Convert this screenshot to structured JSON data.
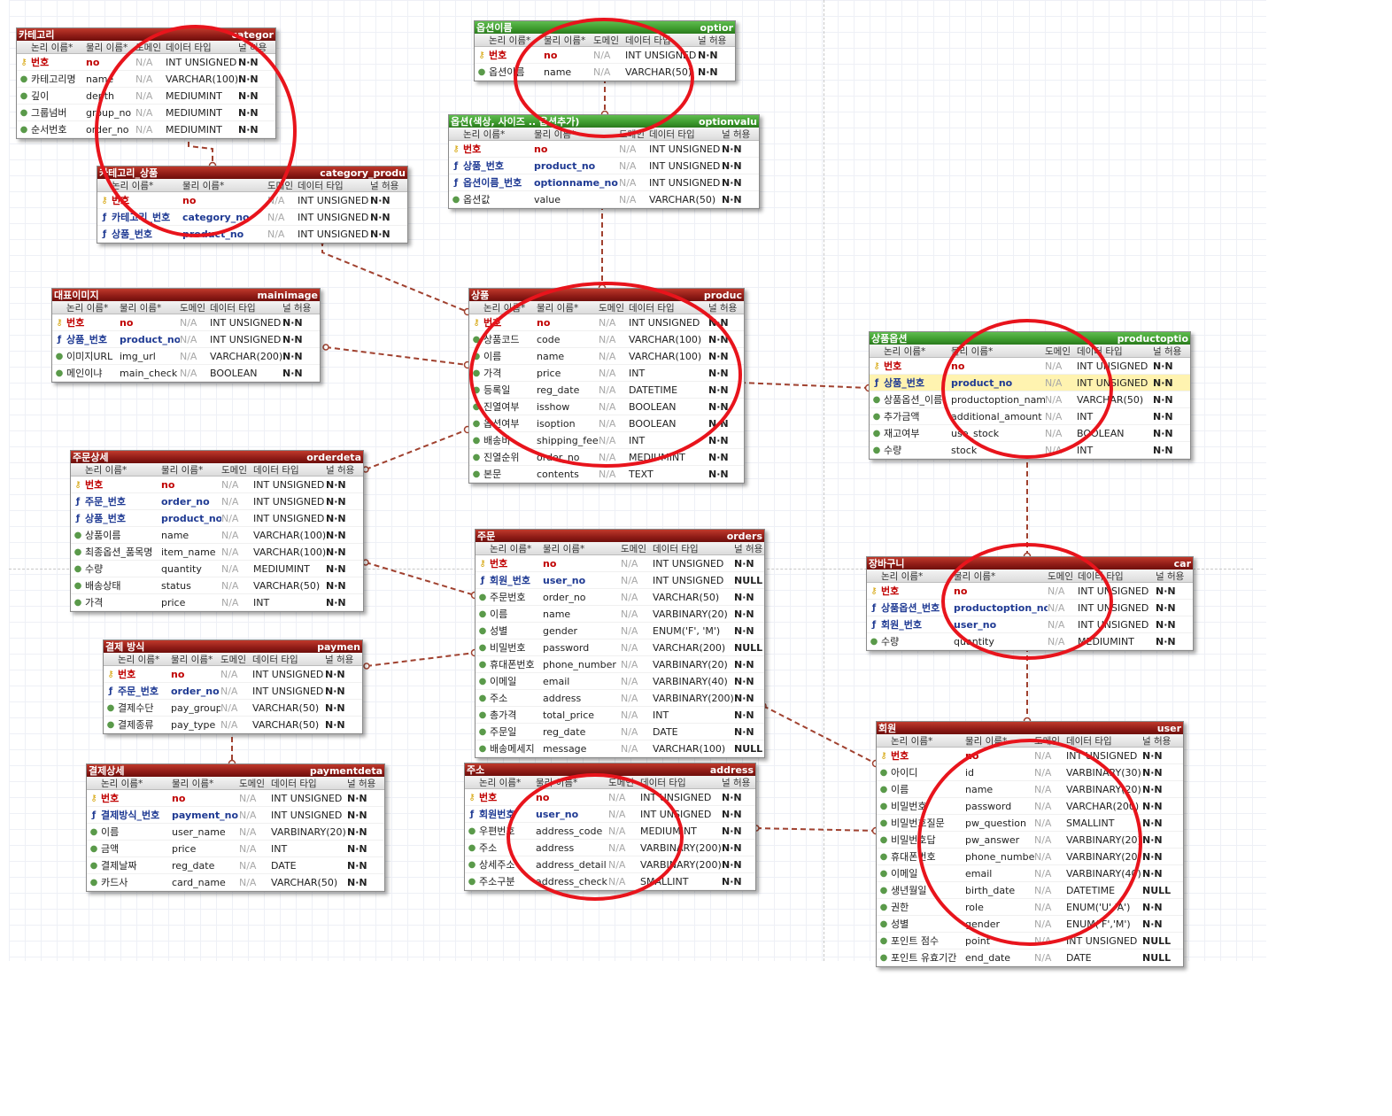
{
  "col_headers": {
    "logical": "논리 이름*",
    "physical": "물리 이름*",
    "domain": "도메인",
    "datatype": "데이터 타입",
    "null": "널 허용"
  },
  "na_label": "N/A",
  "colors": {
    "header_red": "#8e1b16",
    "header_green": "#3d9a2d",
    "relationship": "#a0412f",
    "annotation_circle": "#e8141c",
    "pk_text": "#c00000",
    "fk_text": "#1f3a93"
  },
  "entities": [
    {
      "id": "category",
      "header_color": "red",
      "title": "카테고리",
      "name": "categor",
      "rows": [
        {
          "kind": "pk",
          "logical": "번호",
          "physical": "no",
          "type": "INT UNSIGNED",
          "null": "N·N"
        },
        {
          "kind": "col",
          "logical": "카테고리명",
          "physical": "name",
          "type": "VARCHAR(100)",
          "null": "N·N"
        },
        {
          "kind": "col",
          "logical": "깊이",
          "physical": "depth",
          "type": "MEDIUMINT",
          "null": "N·N"
        },
        {
          "kind": "col",
          "logical": "그룹넘버",
          "physical": "group_no",
          "type": "MEDIUMINT",
          "null": "N·N"
        },
        {
          "kind": "col",
          "logical": "순서번호",
          "physical": "order_no",
          "type": "MEDIUMINT",
          "null": "N·N"
        }
      ]
    },
    {
      "id": "category_product",
      "header_color": "red",
      "title": "카테고리_상품",
      "name": "category_produ",
      "rows": [
        {
          "kind": "pk",
          "logical": "번호",
          "physical": "no",
          "type": "INT UNSIGNED",
          "null": "N·N"
        },
        {
          "kind": "fk",
          "logical": "카테고리_번호",
          "physical": "category_no",
          "type": "INT UNSIGNED",
          "null": "N·N"
        },
        {
          "kind": "fk",
          "logical": "상품_번호",
          "physical": "product_no",
          "type": "INT UNSIGNED",
          "null": "N·N"
        }
      ]
    },
    {
      "id": "option_name",
      "header_color": "green",
      "title": "옵션이름",
      "name": "optior",
      "rows": [
        {
          "kind": "pk",
          "logical": "번호",
          "physical": "no",
          "type": "INT UNSIGNED",
          "null": "N·N"
        },
        {
          "kind": "col",
          "logical": "옵션이름",
          "physical": "name",
          "type": "VARCHAR(50)",
          "null": "N·N"
        }
      ]
    },
    {
      "id": "option_value",
      "header_color": "green",
      "title": "옵션(색상, 사이즈 .. 옵션추가)",
      "name": "optionvalu",
      "rows": [
        {
          "kind": "pk",
          "logical": "번호",
          "physical": "no",
          "type": "INT UNSIGNED",
          "null": "N·N"
        },
        {
          "kind": "fk",
          "logical": "상품_번호",
          "physical": "product_no",
          "type": "INT UNSIGNED",
          "null": "N·N"
        },
        {
          "kind": "fk",
          "logical": "옵션이름_번호",
          "physical": "optionname_no",
          "type": "INT UNSIGNED",
          "null": "N·N"
        },
        {
          "kind": "col",
          "logical": "옵션값",
          "physical": "value",
          "type": "VARCHAR(50)",
          "null": "N·N"
        }
      ]
    },
    {
      "id": "mainimage",
      "header_color": "red",
      "title": "대표이미지",
      "name": "mainimage",
      "rows": [
        {
          "kind": "pk",
          "logical": "번호",
          "physical": "no",
          "type": "INT UNSIGNED",
          "null": "N·N"
        },
        {
          "kind": "fk",
          "logical": "상품_번호",
          "physical": "product_no",
          "type": "INT UNSIGNED",
          "null": "N·N"
        },
        {
          "kind": "col",
          "logical": "이미지URL",
          "physical": "img_url",
          "type": "VARCHAR(200)",
          "null": "N·N"
        },
        {
          "kind": "col",
          "logical": "메인이냐",
          "physical": "main_check",
          "type": "BOOLEAN",
          "null": "N·N"
        }
      ]
    },
    {
      "id": "product",
      "header_color": "red",
      "title": "상품",
      "name": "produc",
      "rows": [
        {
          "kind": "pk",
          "logical": "번호",
          "physical": "no",
          "type": "INT UNSIGNED",
          "null": "N·N"
        },
        {
          "kind": "col",
          "logical": "상품코드",
          "physical": "code",
          "type": "VARCHAR(100)",
          "null": "N·N"
        },
        {
          "kind": "col",
          "logical": "이름",
          "physical": "name",
          "type": "VARCHAR(100)",
          "null": "N·N"
        },
        {
          "kind": "col",
          "logical": "가격",
          "physical": "price",
          "type": "INT",
          "null": "N·N"
        },
        {
          "kind": "col",
          "logical": "등록일",
          "physical": "reg_date",
          "type": "DATETIME",
          "null": "N·N"
        },
        {
          "kind": "col",
          "logical": "진열여부",
          "physical": "isshow",
          "type": "BOOLEAN",
          "null": "N·N"
        },
        {
          "kind": "col",
          "logical": "옵션여부",
          "physical": "isoption",
          "type": "BOOLEAN",
          "null": "N·N"
        },
        {
          "kind": "col",
          "logical": "배송비",
          "physical": "shipping_fee",
          "type": "INT",
          "null": "N·N"
        },
        {
          "kind": "col",
          "logical": "진열순위",
          "physical": "order_no",
          "type": "MEDIUMINT",
          "null": "N·N"
        },
        {
          "kind": "col",
          "logical": "본문",
          "physical": "contents",
          "type": "TEXT",
          "null": "N·N"
        }
      ]
    },
    {
      "id": "productoption",
      "header_color": "green",
      "title": "상품옵션",
      "name": "productoptio",
      "rows": [
        {
          "kind": "pk",
          "logical": "번호",
          "physical": "no",
          "type": "INT UNSIGNED",
          "null": "N·N"
        },
        {
          "kind": "fk",
          "logical": "상품_번호",
          "physical": "product_no",
          "type": "INT UNSIGNED",
          "null": "N·N",
          "highlight": true
        },
        {
          "kind": "col",
          "logical": "상품옵션_이름",
          "physical": "productoption_name",
          "type": "VARCHAR(50)",
          "null": "N·N"
        },
        {
          "kind": "col",
          "logical": "추가금액",
          "physical": "additional_amount",
          "type": "INT",
          "null": "N·N"
        },
        {
          "kind": "col",
          "logical": "재고여부",
          "physical": "use_stock",
          "type": "BOOLEAN",
          "null": "N·N"
        },
        {
          "kind": "col",
          "logical": "수량",
          "physical": "stock",
          "type": "INT",
          "null": "N·N"
        }
      ]
    },
    {
      "id": "orderdetail",
      "header_color": "red",
      "title": "주문상세",
      "name": "orderdeta",
      "rows": [
        {
          "kind": "pk",
          "logical": "번호",
          "physical": "no",
          "type": "INT UNSIGNED",
          "null": "N·N"
        },
        {
          "kind": "fk",
          "logical": "주문_번호",
          "physical": "order_no",
          "type": "INT UNSIGNED",
          "null": "N·N"
        },
        {
          "kind": "fk",
          "logical": "상품_번호",
          "physical": "product_no",
          "type": "INT UNSIGNED",
          "null": "N·N"
        },
        {
          "kind": "col",
          "logical": "상품이름",
          "physical": "name",
          "type": "VARCHAR(100)",
          "null": "N·N"
        },
        {
          "kind": "col",
          "logical": "최종옵션_품목명",
          "physical": "item_name",
          "type": "VARCHAR(100)",
          "null": "N·N"
        },
        {
          "kind": "col",
          "logical": "수량",
          "physical": "quantity",
          "type": "MEDIUMINT",
          "null": "N·N"
        },
        {
          "kind": "col",
          "logical": "배송상태",
          "physical": "status",
          "type": "VARCHAR(50)",
          "null": "N·N"
        },
        {
          "kind": "col",
          "logical": "가격",
          "physical": "price",
          "type": "INT",
          "null": "N·N"
        }
      ]
    },
    {
      "id": "orders",
      "header_color": "red",
      "title": "주문",
      "name": "orders",
      "rows": [
        {
          "kind": "pk",
          "logical": "번호",
          "physical": "no",
          "type": "INT UNSIGNED",
          "null": "N·N"
        },
        {
          "kind": "fk",
          "logical": "회원_번호",
          "physical": "user_no",
          "type": "INT UNSIGNED",
          "null": "NULL"
        },
        {
          "kind": "col",
          "logical": "주문번호",
          "physical": "order_no",
          "type": "VARCHAR(50)",
          "null": "N·N"
        },
        {
          "kind": "col",
          "logical": "이름",
          "physical": "name",
          "type": "VARBINARY(20)",
          "null": "N·N"
        },
        {
          "kind": "col",
          "logical": "성별",
          "physical": "gender",
          "type": "ENUM('F', 'M')",
          "null": "N·N"
        },
        {
          "kind": "col",
          "logical": "비밀번호",
          "physical": "password",
          "type": "VARCHAR(200)",
          "null": "NULL"
        },
        {
          "kind": "col",
          "logical": "휴대폰번호",
          "physical": "phone_number",
          "type": "VARBINARY(20)",
          "null": "N·N"
        },
        {
          "kind": "col",
          "logical": "이메일",
          "physical": "email",
          "type": "VARBINARY(40)",
          "null": "N·N"
        },
        {
          "kind": "col",
          "logical": "주소",
          "physical": "address",
          "type": "VARBINARY(200)",
          "null": "N·N"
        },
        {
          "kind": "col",
          "logical": "총가격",
          "physical": "total_price",
          "type": "INT",
          "null": "N·N"
        },
        {
          "kind": "col",
          "logical": "주문일",
          "physical": "reg_date",
          "type": "DATE",
          "null": "N·N"
        },
        {
          "kind": "col",
          "logical": "배송메세지",
          "physical": "message",
          "type": "VARCHAR(100)",
          "null": "NULL"
        }
      ]
    },
    {
      "id": "cart",
      "header_color": "red",
      "title": "장바구니",
      "name": "car",
      "rows": [
        {
          "kind": "pk",
          "logical": "번호",
          "physical": "no",
          "type": "INT UNSIGNED",
          "null": "N·N"
        },
        {
          "kind": "fk",
          "logical": "상품옵션_번호",
          "physical": "productoption_no",
          "type": "INT UNSIGNED",
          "null": "N·N"
        },
        {
          "kind": "fk",
          "logical": "회원_번호",
          "physical": "user_no",
          "type": "INT UNSIGNED",
          "null": "N·N"
        },
        {
          "kind": "col",
          "logical": "수량",
          "physical": "quantity",
          "type": "MEDIUMINT",
          "null": "N·N"
        }
      ]
    },
    {
      "id": "payment",
      "header_color": "red",
      "title": "결제 방식",
      "name": "paymen",
      "rows": [
        {
          "kind": "pk",
          "logical": "번호",
          "physical": "no",
          "type": "INT UNSIGNED",
          "null": "N·N"
        },
        {
          "kind": "fk",
          "logical": "주문_번호",
          "physical": "order_no",
          "type": "INT UNSIGNED",
          "null": "N·N"
        },
        {
          "kind": "col",
          "logical": "결제수단",
          "physical": "pay_group",
          "type": "VARCHAR(50)",
          "null": "N·N"
        },
        {
          "kind": "col",
          "logical": "결제종류",
          "physical": "pay_type",
          "type": "VARCHAR(50)",
          "null": "N·N"
        }
      ]
    },
    {
      "id": "paymentdetail",
      "header_color": "red",
      "title": "결제상세",
      "name": "paymentdeta",
      "rows": [
        {
          "kind": "pk",
          "logical": "번호",
          "physical": "no",
          "type": "INT UNSIGNED",
          "null": "N·N"
        },
        {
          "kind": "fk",
          "logical": "결제방식_번호",
          "physical": "payment_no",
          "type": "INT UNSIGNED",
          "null": "N·N"
        },
        {
          "kind": "col",
          "logical": "이름",
          "physical": "user_name",
          "type": "VARBINARY(20)",
          "null": "N·N"
        },
        {
          "kind": "col",
          "logical": "금액",
          "physical": "price",
          "type": "INT",
          "null": "N·N"
        },
        {
          "kind": "col",
          "logical": "결제날짜",
          "physical": "reg_date",
          "type": "DATE",
          "null": "N·N"
        },
        {
          "kind": "col",
          "logical": "카드사",
          "physical": "card_name",
          "type": "VARCHAR(50)",
          "null": "N·N"
        }
      ]
    },
    {
      "id": "address",
      "header_color": "red",
      "title": "주소",
      "name": "address",
      "rows": [
        {
          "kind": "pk",
          "logical": "번호",
          "physical": "no",
          "type": "INT UNSIGNED",
          "null": "N·N"
        },
        {
          "kind": "fk",
          "logical": "회원번호",
          "physical": "user_no",
          "type": "INT UNSIGNED",
          "null": "N·N"
        },
        {
          "kind": "col",
          "logical": "우편번호",
          "physical": "address_code",
          "type": "MEDIUMINT",
          "null": "N·N"
        },
        {
          "kind": "col",
          "logical": "주소",
          "physical": "address",
          "type": "VARBINARY(200)",
          "null": "N·N"
        },
        {
          "kind": "col",
          "logical": "상세주소",
          "physical": "address_detail",
          "type": "VARBINARY(200)",
          "null": "N·N"
        },
        {
          "kind": "col",
          "logical": "주소구분",
          "physical": "address_check",
          "type": "SMALLINT",
          "null": "N·N"
        }
      ]
    },
    {
      "id": "user",
      "header_color": "red",
      "title": "회원",
      "name": "user",
      "rows": [
        {
          "kind": "pk",
          "logical": "번호",
          "physical": "no",
          "type": "INT UNSIGNED",
          "null": "N·N"
        },
        {
          "kind": "col",
          "logical": "아이디",
          "physical": "id",
          "type": "VARBINARY(30)",
          "null": "N·N"
        },
        {
          "kind": "col",
          "logical": "이름",
          "physical": "name",
          "type": "VARBINARY(20)",
          "null": "N·N"
        },
        {
          "kind": "col",
          "logical": "비밀번호",
          "physical": "password",
          "type": "VARCHAR(200)",
          "null": "N·N"
        },
        {
          "kind": "col",
          "logical": "비밀번호질문",
          "physical": "pw_question",
          "type": "SMALLINT",
          "null": "N·N"
        },
        {
          "kind": "col",
          "logical": "비밀번호답",
          "physical": "pw_answer",
          "type": "VARBINARY(20)",
          "null": "N·N"
        },
        {
          "kind": "col",
          "logical": "휴대폰번호",
          "physical": "phone_number",
          "type": "VARBINARY(20)",
          "null": "N·N"
        },
        {
          "kind": "col",
          "logical": "이메일",
          "physical": "email",
          "type": "VARBINARY(40)",
          "null": "N·N"
        },
        {
          "kind": "col",
          "logical": "생년월일",
          "physical": "birth_date",
          "type": "DATETIME",
          "null": "NULL"
        },
        {
          "kind": "col",
          "logical": "권한",
          "physical": "role",
          "type": "ENUM('U','A')",
          "null": "N·N"
        },
        {
          "kind": "col",
          "logical": "성별",
          "physical": "gender",
          "type": "ENUM('F','M')",
          "null": "N·N"
        },
        {
          "kind": "col",
          "logical": "포인트 점수",
          "physical": "point",
          "type": "INT UNSIGNED",
          "null": "NULL"
        },
        {
          "kind": "col",
          "logical": "포인트 유효기간",
          "physical": "end_date",
          "type": "DATE",
          "null": "NULL"
        }
      ]
    }
  ],
  "relationships": [
    {
      "from": "category",
      "to": "category_product"
    },
    {
      "from": "category_product",
      "to": "product"
    },
    {
      "from": "option_name",
      "to": "option_value"
    },
    {
      "from": "option_value",
      "to": "product"
    },
    {
      "from": "mainimage",
      "to": "product"
    },
    {
      "from": "orderdetail",
      "to": "product"
    },
    {
      "from": "orderdetail",
      "to": "orders"
    },
    {
      "from": "product",
      "to": "productoption"
    },
    {
      "from": "productoption",
      "to": "cart"
    },
    {
      "from": "cart",
      "to": "user"
    },
    {
      "from": "payment",
      "to": "orders"
    },
    {
      "from": "payment",
      "to": "paymentdetail"
    },
    {
      "from": "orders",
      "to": "user"
    },
    {
      "from": "address",
      "to": "user"
    }
  ]
}
